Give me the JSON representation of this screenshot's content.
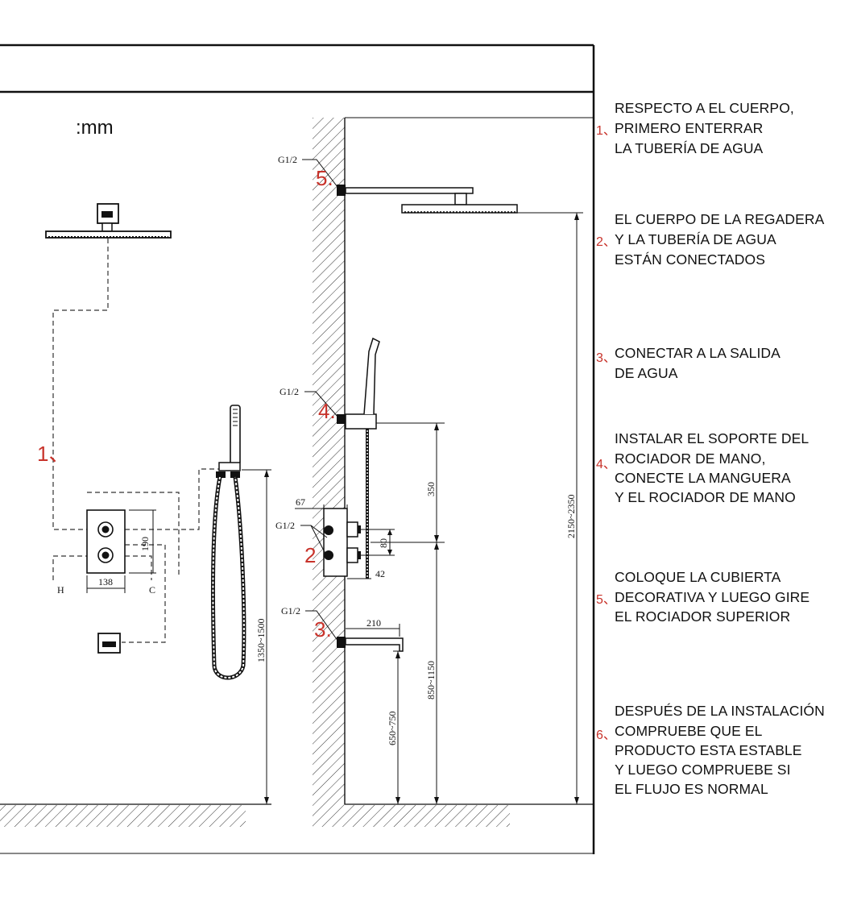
{
  "unit": ":mm",
  "pipe_thread": "G1/2",
  "left_labels": {
    "marker_1": "1、",
    "hot": "H",
    "cold": "C",
    "valve_height": "190",
    "valve_width": "138",
    "hand_height": "1350~1500"
  },
  "right_labels": {
    "marker_2": "2",
    "marker_3": "3.",
    "marker_4": "4.",
    "marker_5": "5.",
    "depth_67": "67",
    "gap_80": "80",
    "offset_42": "42",
    "bracket_350": "350",
    "spout_210": "210",
    "spout_height": "650~750",
    "valve_height": "850~1150",
    "overhead_height": "2150~2350"
  },
  "steps": [
    {
      "num": "1、",
      "lines": [
        "RESPECTO A EL CUERPO,",
        "PRIMERO ENTERRAR",
        "LA TUBERÍA DE AGUA"
      ]
    },
    {
      "num": "2、",
      "lines": [
        "EL CUERPO DE LA REGADERA",
        "Y LA TUBERÍA DE AGUA",
        "ESTÁN CONECTADOS"
      ]
    },
    {
      "num": "3、",
      "lines": [
        "CONECTAR A LA SALIDA",
        "DE AGUA"
      ]
    },
    {
      "num": "4、",
      "lines": [
        "INSTALAR EL SOPORTE DEL",
        "ROCIADOR DE MANO,",
        "CONECTE LA MANGUERA",
        "Y EL ROCIADOR DE MANO"
      ]
    },
    {
      "num": "5、",
      "lines": [
        "COLOQUE LA CUBIERTA",
        "DECORATIVA Y LUEGO GIRE",
        "EL ROCIADOR SUPERIOR"
      ]
    },
    {
      "num": "6、",
      "lines": [
        "DESPUÉS DE LA INSTALACIÓN",
        "COMPRUEBE QUE EL",
        "PRODUCTO ESTA ESTABLE",
        "Y LUEGO COMPRUEBE SI",
        "EL FLUJO ES NORMAL"
      ]
    }
  ]
}
